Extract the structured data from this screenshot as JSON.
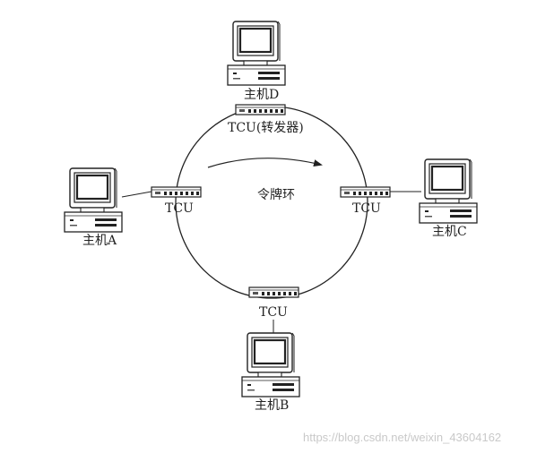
{
  "diagram": {
    "ring_label": "令牌环",
    "tcu_label": "TCU",
    "tcu_repeater_label": "TCU(转发器)",
    "hosts": {
      "a": "主机A",
      "b": "主机B",
      "c": "主机C",
      "d": "主机D"
    },
    "icons": {
      "computer": "desktop-computer-icon",
      "tcu": "tcu-device-icon",
      "direction": "clockwise-arrow"
    }
  },
  "watermark": "https://blog.csdn.net/weixin_43604162"
}
